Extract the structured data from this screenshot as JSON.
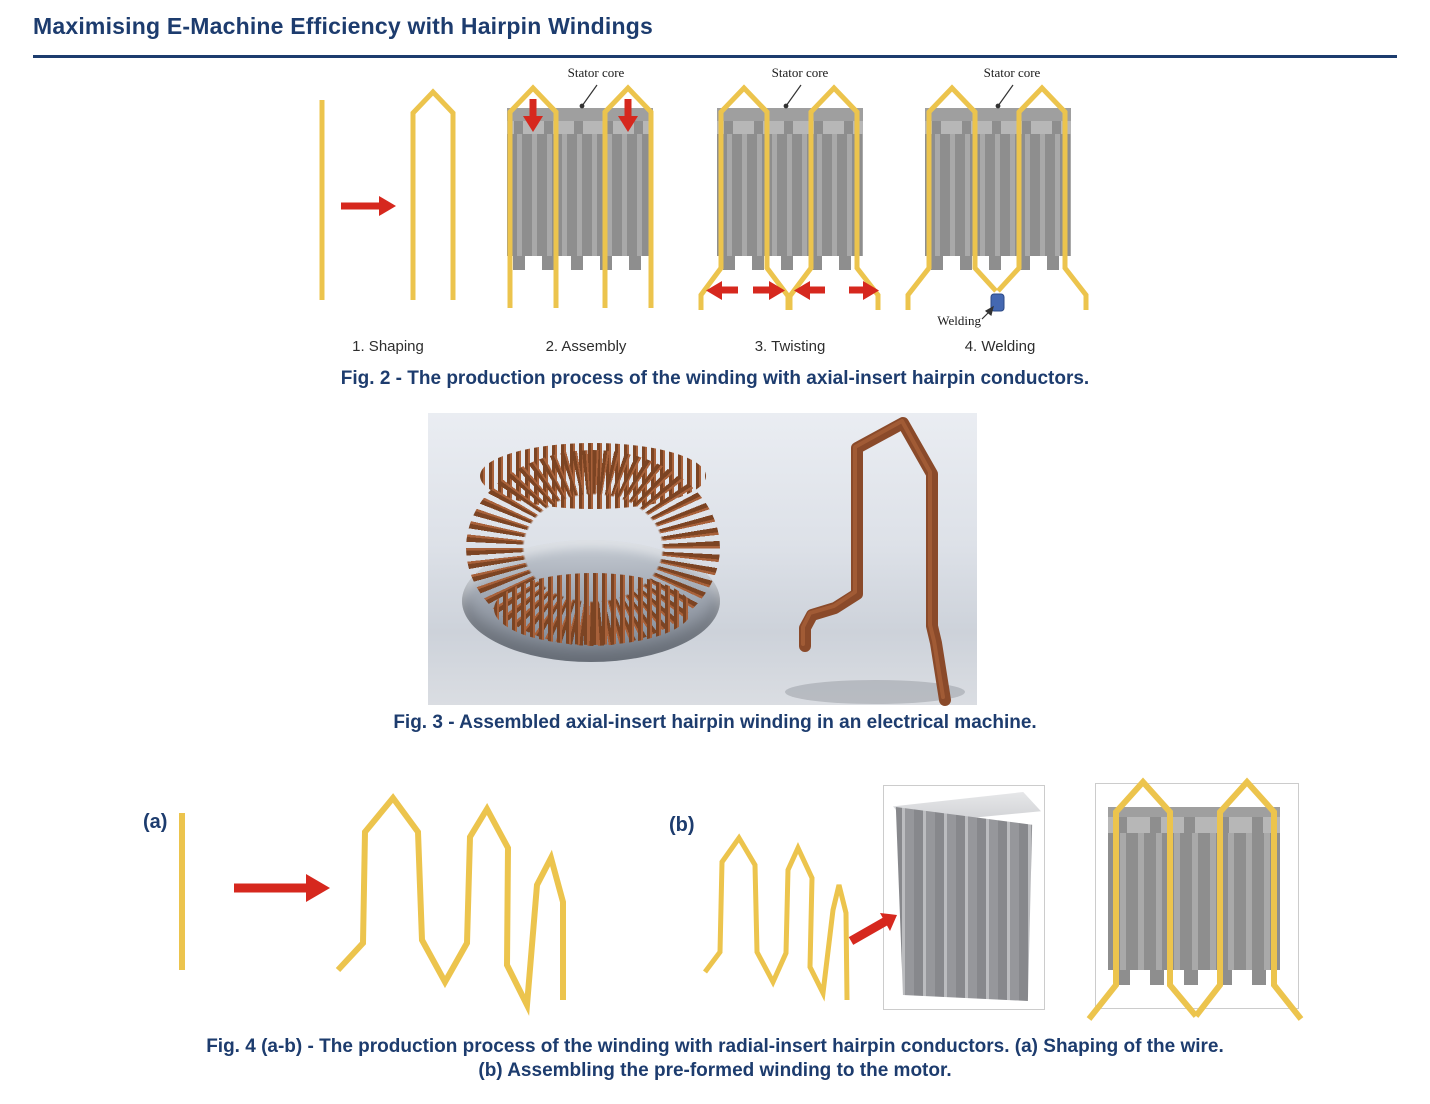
{
  "page": {
    "title": "Maximising E-Machine Efficiency with Hairpin Windings"
  },
  "fig2": {
    "steps": [
      "1. Shaping",
      "2. Assembly",
      "3. Twisting",
      "4. Welding"
    ],
    "stator_core_label": "Stator core",
    "welding_label": "Welding",
    "caption": "Fig. 2 - The production process of the winding with axial-insert hairpin conductors."
  },
  "fig3": {
    "caption": "Fig. 3 - Assembled axial-insert hairpin winding in an electrical machine."
  },
  "fig4": {
    "label_a": "(a)",
    "label_b": "(b)",
    "caption_line1": "Fig. 4 (a-b) - The production process of the winding with radial-insert hairpin conductors. (a) Shaping of the wire.",
    "caption_line2": "(b) Assembling the pre-formed winding to the motor."
  },
  "colors": {
    "accent_navy": "#1d3c6e",
    "wire_yellow": "#ecc44d",
    "arrow_red": "#d6281e",
    "stator_gray": "#8e8e8e",
    "copper": "#8a4a2a",
    "weld_blue": "#4468b1"
  }
}
